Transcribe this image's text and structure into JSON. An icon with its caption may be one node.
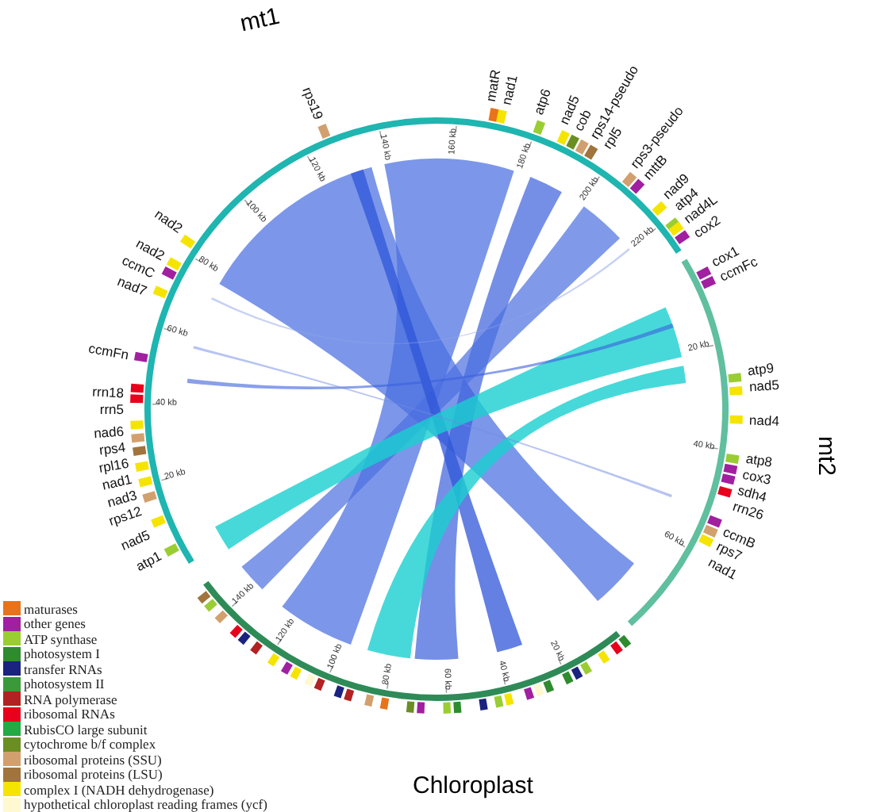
{
  "diagram": {
    "labels": [
      "mt1",
      "atp1",
      "nad5",
      "rps12",
      "nad3",
      "nad1",
      "rpl16",
      "rps4",
      "nad6",
      "rrn5",
      "rrn18",
      "ccmFn",
      "nad7",
      "ccmC",
      "nad2",
      "nad2",
      "rps19",
      "matR",
      "nad1",
      "atp6",
      "nad5",
      "cob",
      "rps14-pseudo",
      "rpl5",
      "rps3-pseudo",
      "mttB",
      "nad9",
      "atp4",
      "nad4L",
      "cox2",
      "20 kb",
      "40 kb",
      "60 kb",
      "80 kb",
      "100 kb",
      "120 kb",
      "140 kb",
      "160 kb",
      "180 kb",
      "200 kb",
      "220 kb",
      "mt2",
      "cox1",
      "ccmFc",
      "atp9",
      "nad5",
      "nad4",
      "atp8",
      "cox3",
      "sdh4",
      "rrn26",
      "ccmB",
      "rps7",
      "nad1",
      "20 kb",
      "40 kb",
      "60 kb",
      "Chloroplast",
      "140 kb",
      "120 kb",
      "100 kb",
      "80 kb",
      "60 kb",
      "40 kb",
      "20 kb"
    ],
    "legend": [
      {
        "text": "maturases",
        "color": "#e8731a"
      },
      {
        "text": "other genes",
        "color": "#a020a0"
      },
      {
        "text": "ATP synthase",
        "color": "#9acd32"
      },
      {
        "text": "photosystem I",
        "color": "#2e8b2e"
      },
      {
        "text": "transfer RNAs",
        "color": "#1a237e"
      },
      {
        "text": "photosystem II",
        "color": "#3a9a3a"
      },
      {
        "text": "RNA polymerase",
        "color": "#b22222"
      },
      {
        "text": "ribosomal RNAs",
        "color": "#e8001c"
      },
      {
        "text": "RubisCO large subunit",
        "color": "#22aa44"
      },
      {
        "text": "cytochrome b/f complex",
        "color": "#6b8e23"
      },
      {
        "text": "ribosomal proteins (SSU)",
        "color": "#d2a06e"
      },
      {
        "text": "ribosomal proteins (LSU)",
        "color": "#a0743c"
      },
      {
        "text": "complex I (NADH dehydrogenase)",
        "color": "#f5e400"
      },
      {
        "text": "hypothetical chloroplast reading frames (ycf)",
        "color": "#fff8d0"
      }
    ]
  }
}
